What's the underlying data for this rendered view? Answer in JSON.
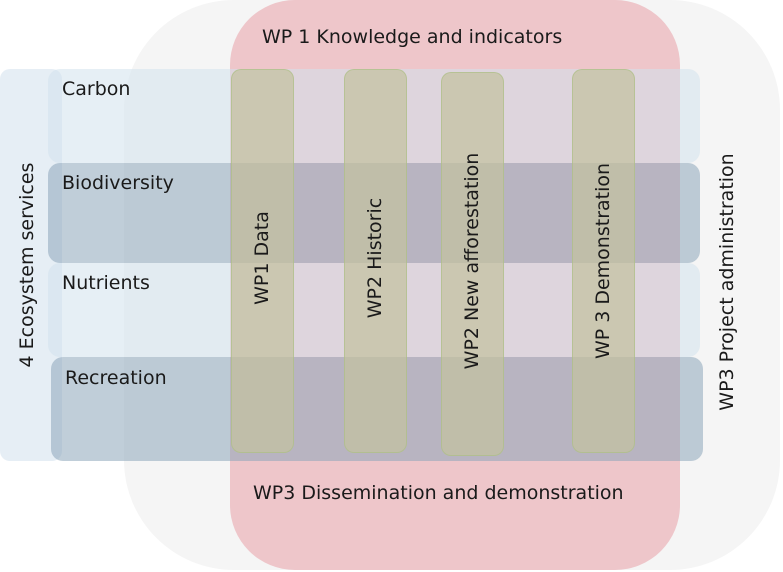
{
  "diagram": {
    "title_top": "WP 1 Knowledge and indicators",
    "title_bottom": "WP3 Dissemination and demonstration",
    "left_group_label": "4 Ecosystem services",
    "right_group_label": "WP3 Project administration",
    "rows": [
      {
        "label": "Carbon"
      },
      {
        "label": "Biodiversity"
      },
      {
        "label": "Nutrients"
      },
      {
        "label": "Recreation"
      }
    ],
    "columns": [
      {
        "label": "WP1 Data"
      },
      {
        "label": "WP2 Historic"
      },
      {
        "label": "WP2 New afforestation"
      },
      {
        "label": "WP 3 Demonstration"
      }
    ],
    "colors": {
      "admin_background": "#f5f5f5",
      "wp1_block": "#efc5c8",
      "row_light": "#dfe7ef",
      "row_dark": "#b9c6d0",
      "column": "#c6bca6"
    }
  }
}
